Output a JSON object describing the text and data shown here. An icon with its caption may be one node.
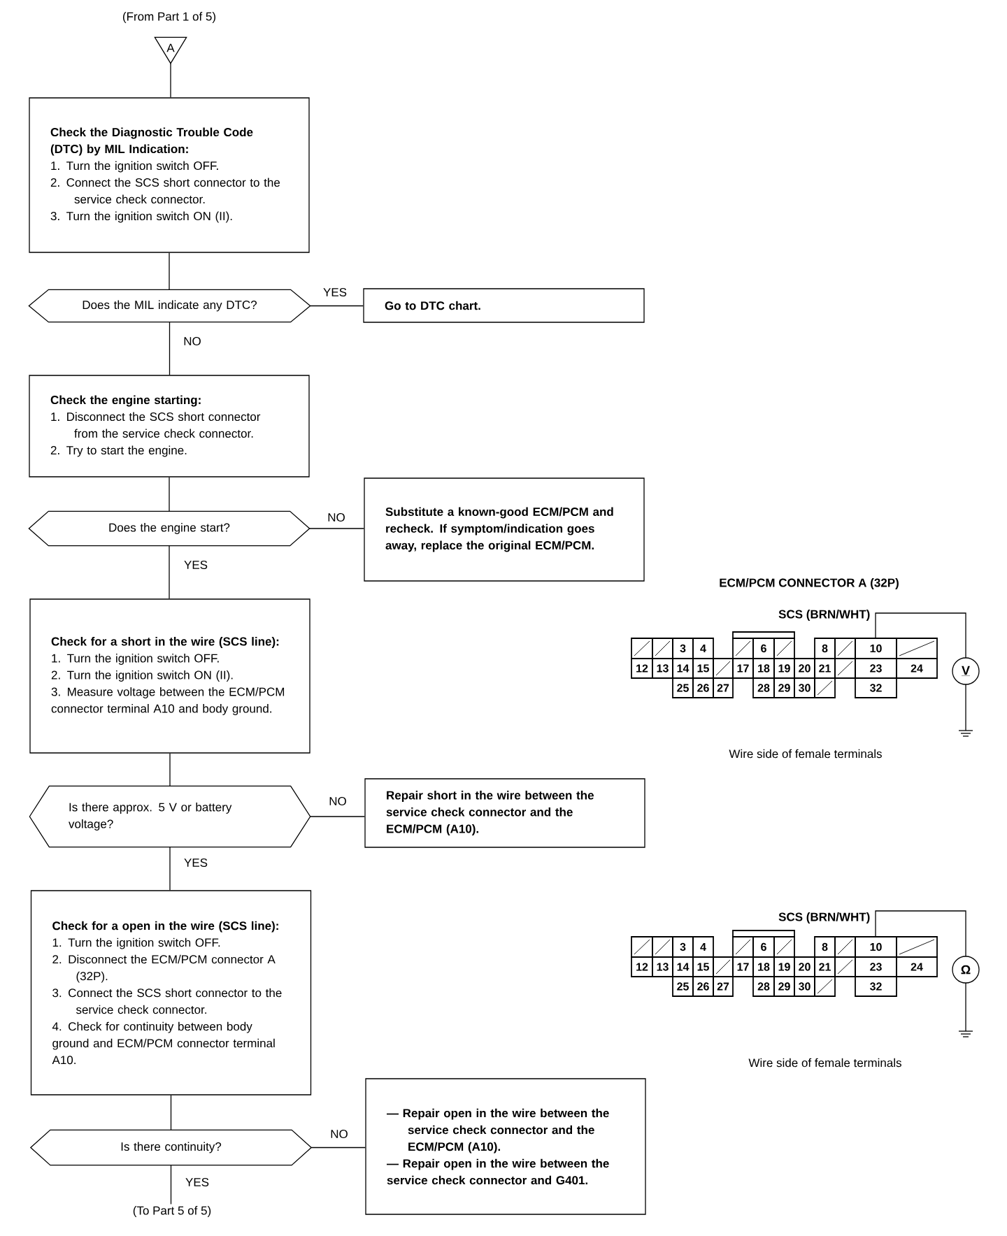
{
  "diagram": {
    "nodes": [
      {
        "text": [
          "A"
        ]
      },
      {
        "text": [
          "Check the Diagnostic Trouble Code (DTC) by MIL Indication:",
          "1. Turn the ignition switch OFF.",
          "2. Connect the SCS short connector to the service check connector.",
          "3. Turn the ignition switch ON (II)."
        ]
      },
      {
        "text": [
          "Does the MIL indicate any DTC?"
        ]
      },
      {
        "text": [
          "Go to DTC chart."
        ]
      },
      {
        "text": [
          "Check the engine starting:",
          "1. Disconnect the SCS short connector from the service check connector.",
          "2. Try to start the engine."
        ]
      },
      {
        "text": [
          "Does the engine start?"
        ]
      },
      {
        "text": [
          "Substitute a known-good ECM/PCM and recheck. If symptom/indication goes away, replace the original ECM/PCM."
        ]
      },
      {
        "text": [
          "Check for a short in the wire (SCS line):",
          "1. Turn the ignition switch OFF.",
          "2. Turn the ignition switch ON (II).",
          "3. Measure voltage between the ECM/PCM connector terminal A10 and body ground."
        ]
      },
      {
        "text": [
          "Is there approx. 5 V or battery voltage?"
        ]
      },
      {
        "text": [
          "Repair short in the wire between the service check connector and the ECM/PCM (A10)."
        ]
      },
      {
        "text": [
          "Check for a open in the wire (SCS line):",
          "1. Turn the ignition switch OFF.",
          "2. Disconnect the ECM/PCM connector A (32P).",
          "3. Connect the SCS short connector to the service check connector.",
          "4. Check for continuity between body ground and ECM/PCM connector terminal A10."
        ]
      },
      {
        "text": [
          "Is there continuity?"
        ]
      },
      {
        "text": [
          "— Repair open in the wire between the service check connector and the ECM/PCM (A10).",
          "— Repair open in the wire between the service check connector and G401."
        ]
      },
      {
        "text": [
          "(To Part 5 of 5)"
        ]
      }
    ],
    "edges": [
      {
        "from": 0,
        "to": 1,
        "arrow": "none"
      },
      {
        "from": 1,
        "to": 2,
        "arrow": "none"
      },
      {
        "from": 2,
        "to": 3,
        "arrow": "none",
        "label": "YES"
      },
      {
        "from": 2,
        "to": 4,
        "arrow": "none",
        "label": "NO"
      },
      {
        "from": 4,
        "to": 5,
        "arrow": "none"
      },
      {
        "from": 5,
        "to": 6,
        "arrow": "none",
        "label": "NO"
      },
      {
        "from": 5,
        "to": 7,
        "arrow": "none",
        "label": "YES"
      },
      {
        "from": 7,
        "to": 8,
        "arrow": "none"
      },
      {
        "from": 8,
        "to": 9,
        "arrow": "none",
        "label": "NO"
      },
      {
        "from": 8,
        "to": 10,
        "arrow": "none",
        "label": "YES"
      },
      {
        "from": 10,
        "to": 11,
        "arrow": "none"
      },
      {
        "from": 11,
        "to": 12,
        "arrow": "none",
        "label": "NO"
      },
      {
        "from": 11,
        "to": 13,
        "arrow": "none",
        "label": "YES"
      }
    ],
    "labels": [
      "(From Part 1 of 5)",
      "ECM/PCM CONNECTOR A (32P)",
      "SCS (BRN/WHT)",
      "3",
      "4",
      "6",
      "8",
      "10",
      "12",
      "13",
      "14",
      "15",
      "17",
      "18",
      "19",
      "20",
      "21",
      "23",
      "24",
      "25",
      "26",
      "27",
      "28",
      "29",
      "30",
      "32",
      "V",
      "Wire side of female terminals",
      "SCS (BRN/WHT)",
      "3",
      "4",
      "6",
      "8",
      "10",
      "12",
      "13",
      "14",
      "15",
      "17",
      "18",
      "19",
      "20",
      "21",
      "23",
      "24",
      "25",
      "26",
      "27",
      "28",
      "29",
      "30",
      "32",
      "Ω",
      "Wire side of female terminals"
    ]
  }
}
